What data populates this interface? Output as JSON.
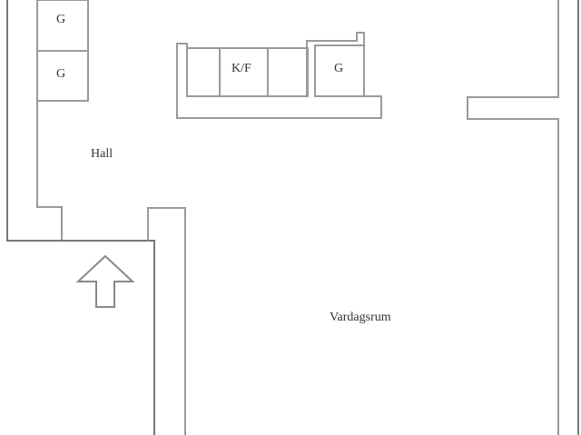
{
  "floor_plan": {
    "rooms": [
      {
        "id": "hall",
        "label": "Hall"
      },
      {
        "id": "vardagsrum",
        "label": "Vardagsrum"
      }
    ],
    "fixtures": [
      {
        "id": "wardrobe-1",
        "label": "G"
      },
      {
        "id": "wardrobe-2",
        "label": "G"
      },
      {
        "id": "kitchen-unit",
        "label": "K/F"
      },
      {
        "id": "wardrobe-3",
        "label": "G"
      }
    ],
    "entrance_icon": "arrow-up-icon",
    "colors": {
      "wall": "#9a9a9a",
      "outer_wall": "#777777",
      "text": "#333333",
      "background": "#ffffff"
    }
  }
}
